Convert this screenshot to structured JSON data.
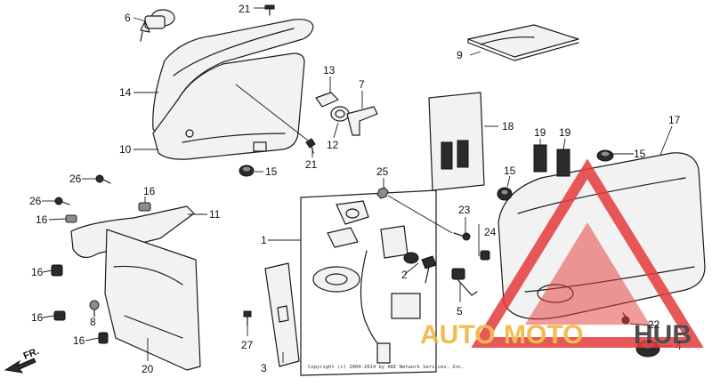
{
  "callouts": [
    {
      "id": "6",
      "label": "6"
    },
    {
      "id": "21a",
      "label": "21"
    },
    {
      "id": "14",
      "label": "14"
    },
    {
      "id": "10",
      "label": "10"
    },
    {
      "id": "13",
      "label": "13"
    },
    {
      "id": "7",
      "label": "7"
    },
    {
      "id": "12",
      "label": "12"
    },
    {
      "id": "21b",
      "label": "21"
    },
    {
      "id": "15a",
      "label": "15"
    },
    {
      "id": "26a",
      "label": "26"
    },
    {
      "id": "26b",
      "label": "26"
    },
    {
      "id": "16a",
      "label": "16"
    },
    {
      "id": "16b",
      "label": "16"
    },
    {
      "id": "11",
      "label": "11"
    },
    {
      "id": "16c",
      "label": "16"
    },
    {
      "id": "16d",
      "label": "16"
    },
    {
      "id": "8",
      "label": "8"
    },
    {
      "id": "16e",
      "label": "16"
    },
    {
      "id": "20",
      "label": "20"
    },
    {
      "id": "27",
      "label": "27"
    },
    {
      "id": "1",
      "label": "1"
    },
    {
      "id": "3",
      "label": "3"
    },
    {
      "id": "25",
      "label": "25"
    },
    {
      "id": "23",
      "label": "23"
    },
    {
      "id": "2",
      "label": "2"
    },
    {
      "id": "24",
      "label": "24"
    },
    {
      "id": "5",
      "label": "5"
    },
    {
      "id": "9",
      "label": "9"
    },
    {
      "id": "18",
      "label": "18"
    },
    {
      "id": "19a",
      "label": "19"
    },
    {
      "id": "19b",
      "label": "19"
    },
    {
      "id": "17",
      "label": "17"
    },
    {
      "id": "15b",
      "label": "15"
    },
    {
      "id": "15c",
      "label": "15"
    },
    {
      "id": "22",
      "label": "22"
    },
    {
      "id": "4",
      "label": "4"
    }
  ],
  "copyright": "Copyright (c) 2004-2014 by ARI Network Services, Inc.",
  "direction_label": "FR.",
  "watermark": {
    "part1": "AUTO",
    "part2": "MOTO",
    "part3": "HUB",
    "color_red": "#e43b3b",
    "color_yellow": "#f2b136",
    "color_dark": "#2e2e2e"
  }
}
